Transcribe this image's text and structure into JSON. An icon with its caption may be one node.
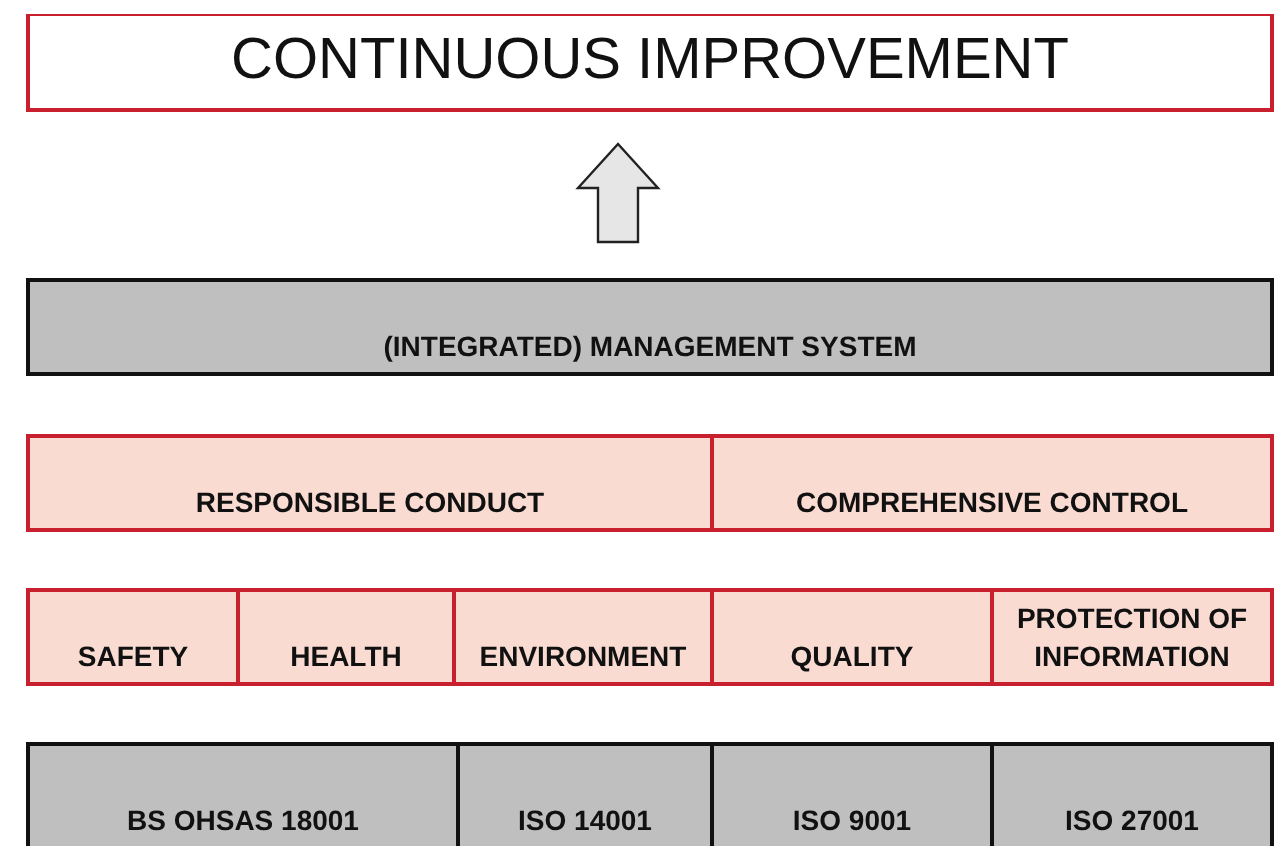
{
  "diagram": {
    "nodes": [
      {
        "text": [
          "CONTINUOUS IMPROVEMENT"
        ]
      },
      {
        "text": [
          "(INTEGRATED) MANAGEMENT SYSTEM"
        ]
      },
      {
        "text": [
          "RESPONSIBLE CONDUCT"
        ]
      },
      {
        "text": [
          "COMPREHENSIVE CONTROL"
        ]
      },
      {
        "text": [
          "SAFETY"
        ]
      },
      {
        "text": [
          "HEALTH"
        ]
      },
      {
        "text": [
          "ENVIRONMENT"
        ]
      },
      {
        "text": [
          "QUALITY"
        ]
      },
      {
        "text": [
          "PROTECTION OF INFORMATION"
        ]
      },
      {
        "text": [
          "BS OHSAS 18001"
        ]
      },
      {
        "text": [
          "ISO 14001"
        ]
      },
      {
        "text": [
          "ISO 9001"
        ]
      },
      {
        "text": [
          "ISO 27001"
        ]
      }
    ],
    "edges": [
      {
        "from": 1,
        "to": 0,
        "arrow": "to",
        "style": "thick"
      }
    ]
  }
}
